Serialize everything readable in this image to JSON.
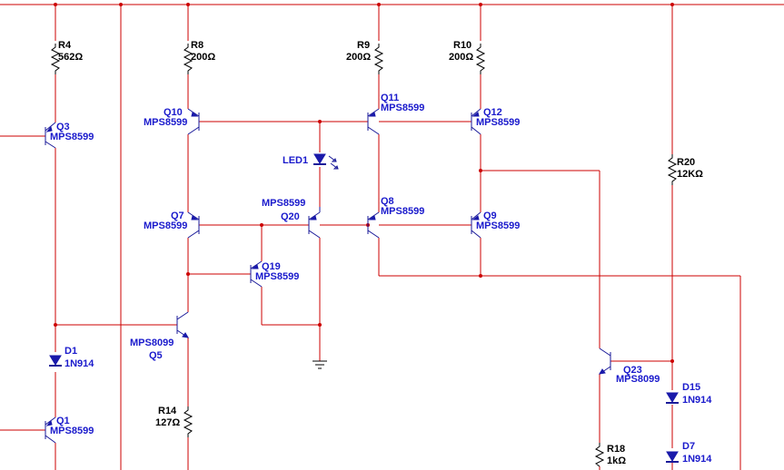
{
  "colors": {
    "wire": "#cc0000",
    "component": "#1a1a99",
    "label_blue": "#1a1acc",
    "label_black": "#000000"
  },
  "resistors": {
    "r4": {
      "ref": "R4",
      "value": "562Ω"
    },
    "r8": {
      "ref": "R8",
      "value": "200Ω"
    },
    "r9": {
      "ref": "R9",
      "value": "200Ω"
    },
    "r10": {
      "ref": "R10",
      "value": "200Ω"
    },
    "r20": {
      "ref": "R20",
      "value": "12KΩ"
    },
    "r14": {
      "ref": "R14",
      "value": "127Ω"
    },
    "r18": {
      "ref": "R18",
      "value": "1kΩ"
    }
  },
  "transistors": {
    "q3": {
      "ref": "Q3",
      "part": "MPS8599"
    },
    "q10": {
      "ref": "Q10",
      "part": "MPS8599"
    },
    "q11": {
      "ref": "Q11",
      "part": "MPS8599"
    },
    "q12": {
      "ref": "Q12",
      "part": "MPS8599"
    },
    "q7": {
      "ref": "Q7",
      "part": "MPS8599"
    },
    "q20": {
      "ref": "Q20",
      "part": "MPS8599"
    },
    "q8": {
      "ref": "Q8",
      "part": "MPS8599"
    },
    "q9": {
      "ref": "Q9",
      "part": "MPS8599"
    },
    "q19": {
      "ref": "Q19",
      "part": "MPS8599"
    },
    "q5": {
      "ref": "Q5",
      "part": "MPS8099"
    },
    "q1": {
      "ref": "Q1",
      "part": "MPS8599"
    },
    "q23": {
      "ref": "Q23",
      "part": "MPS8099"
    }
  },
  "diodes": {
    "d1": {
      "ref": "D1",
      "part": "1N914"
    },
    "d15": {
      "ref": "D15",
      "part": "1N914"
    },
    "d7": {
      "ref": "D7",
      "part": "1N914"
    },
    "led1": {
      "ref": "LED1"
    }
  },
  "icons": [
    "resistor-icon",
    "pnp-transistor-icon",
    "npn-transistor-icon",
    "diode-icon",
    "led-icon",
    "ground-icon"
  ]
}
